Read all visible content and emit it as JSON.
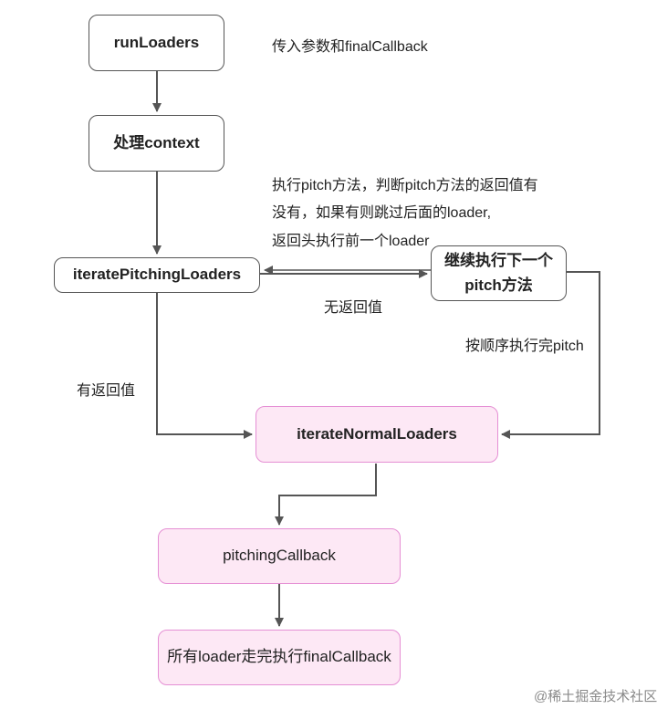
{
  "nodes": {
    "run_loaders": "runLoaders",
    "handle_context": "处理context",
    "iterate_pitching": "iteratePitchingLoaders",
    "continue_pitch_line1": "继续执行下一个",
    "continue_pitch_line2": "pitch方法",
    "iterate_normal": "iterateNormalLoaders",
    "pitching_callback": "pitchingCallback",
    "final_all_loaders": "所有loader走完执行finalCallback"
  },
  "labels": {
    "run_loaders_note": "传入参数和finalCallback",
    "pitch_note_line1": "执行pitch方法，判断pitch方法的返回值有",
    "pitch_note_line2": "没有，如果有则跳过后面的loader,",
    "pitch_note_line3": "返回头执行前一个loader",
    "no_return_value": "无返回值",
    "has_return_value": "有返回值",
    "pitch_in_order": "按顺序执行完pitch"
  },
  "watermark": "@稀土掘金技术社区",
  "colors": {
    "edge": "#555555",
    "pink_fill": "#fde8f5",
    "pink_border": "#e58fd4"
  }
}
